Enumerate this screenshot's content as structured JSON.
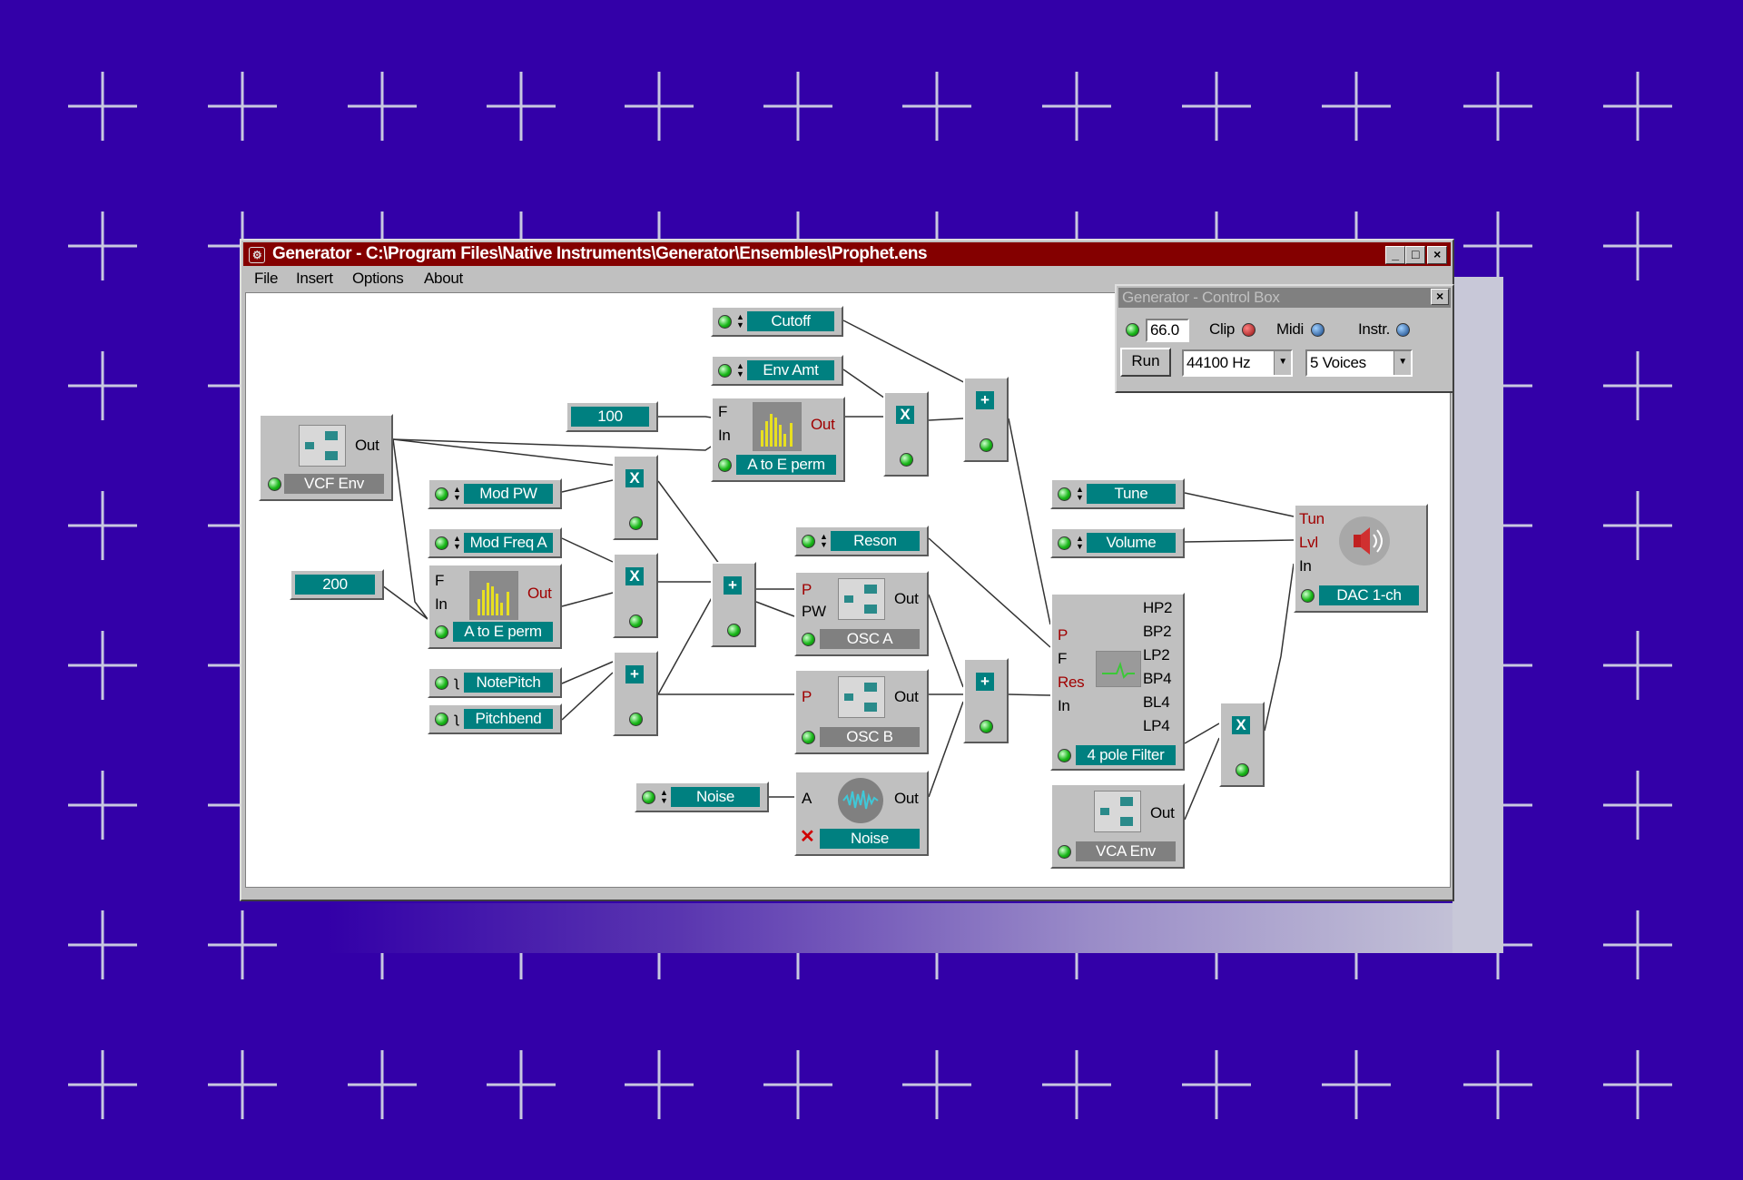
{
  "window": {
    "title": "Generator - C:\\Program Files\\Native Instruments\\Generator\\Ensembles\\Prophet.ens",
    "buttons": {
      "minimize": "_",
      "maximize": "□",
      "close": "×"
    }
  },
  "menu": {
    "file": "File",
    "insert": "Insert",
    "options": "Options",
    "about": "About"
  },
  "control_box": {
    "title": "Generator - Control Box",
    "cpu_value": "66.0",
    "clip_label": "Clip",
    "midi_label": "Midi",
    "instr_label": "Instr.",
    "run_label": "Run",
    "sample_rate": "44100 Hz",
    "voices": "5 Voices"
  },
  "modules": {
    "vcf_env": {
      "out": "Out",
      "label": "VCF Env"
    },
    "val_100": {
      "value": "100"
    },
    "val_200": {
      "value": "200"
    },
    "cutoff": {
      "label": "Cutoff"
    },
    "env_amt": {
      "label": "Env Amt"
    },
    "mod_pw": {
      "label": "Mod PW"
    },
    "mod_freq": {
      "label": "Mod Freq A"
    },
    "note_pitch": {
      "label": "NotePitch"
    },
    "pitchbend": {
      "label": "Pitchbend"
    },
    "noise_knob": {
      "label": "Noise"
    },
    "reson": {
      "label": "Reson"
    },
    "tune": {
      "label": "Tune"
    },
    "volume": {
      "label": "Volume"
    },
    "ate1": {
      "f": "F",
      "in": "In",
      "out": "Out",
      "label": "A to E perm"
    },
    "ate2": {
      "f": "F",
      "in": "In",
      "out": "Out",
      "label": "A to E perm"
    },
    "osc_a": {
      "p": "P",
      "pw": "PW",
      "out": "Out",
      "label": "OSC A"
    },
    "osc_b": {
      "p": "P",
      "out": "Out",
      "label": "OSC B"
    },
    "noise": {
      "a": "A",
      "out": "Out",
      "label": "Noise"
    },
    "filter": {
      "p": "P",
      "f": "F",
      "res": "Res",
      "in": "In",
      "outs": [
        "HP2",
        "BP2",
        "LP2",
        "BP4",
        "BL4",
        "LP4"
      ],
      "label": "4 pole Filter"
    },
    "vca_env": {
      "out": "Out",
      "label": "VCA Env"
    },
    "dac": {
      "tun": "Tun",
      "lvl": "Lvl",
      "in": "In",
      "label": "DAC 1-ch"
    },
    "ops": {
      "mult": "X",
      "add": "+"
    }
  }
}
